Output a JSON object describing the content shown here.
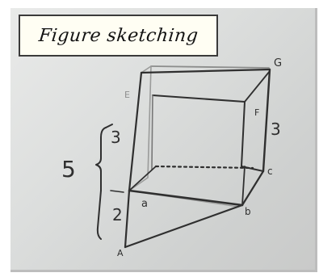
{
  "title": "Figure sketching",
  "sketch_labels": {
    "vertex_A": "A",
    "vertex_a": "a",
    "vertex_b": "b",
    "vertex_c": "c",
    "vertex_E": "E",
    "vertex_F": "F",
    "vertex_G": "G",
    "dim_total": "5",
    "dim_upper": "3",
    "dim_lower": "2",
    "dim_right": "3"
  },
  "colors": {
    "ink": "#2f2f2f",
    "faint_ink": "#8e8f8e",
    "board": "#dcdedd",
    "title_bg": "#fffef3",
    "title_border": "#3a3a3a"
  }
}
